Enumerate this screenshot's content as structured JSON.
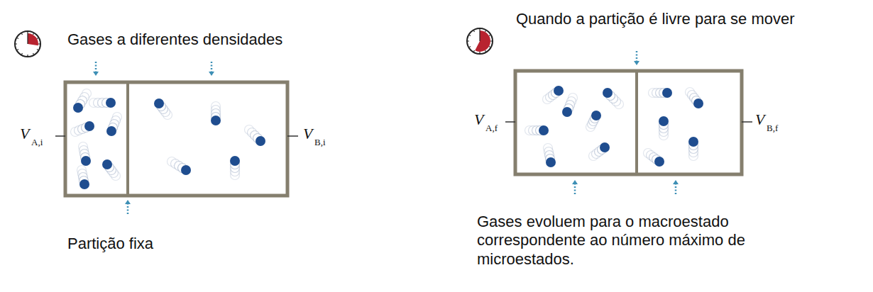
{
  "diagram": {
    "labels": [
      "Gases a diferentes densidades",
      "Partição fixa",
      "Quando a partição é livre para se mover",
      "Gases evoluem para o macroestado correspondente ao número máximo de microestados.",
      "V",
      "A,i",
      "V",
      "B,i",
      "V",
      "A,f",
      "V",
      "B,f"
    ]
  }
}
